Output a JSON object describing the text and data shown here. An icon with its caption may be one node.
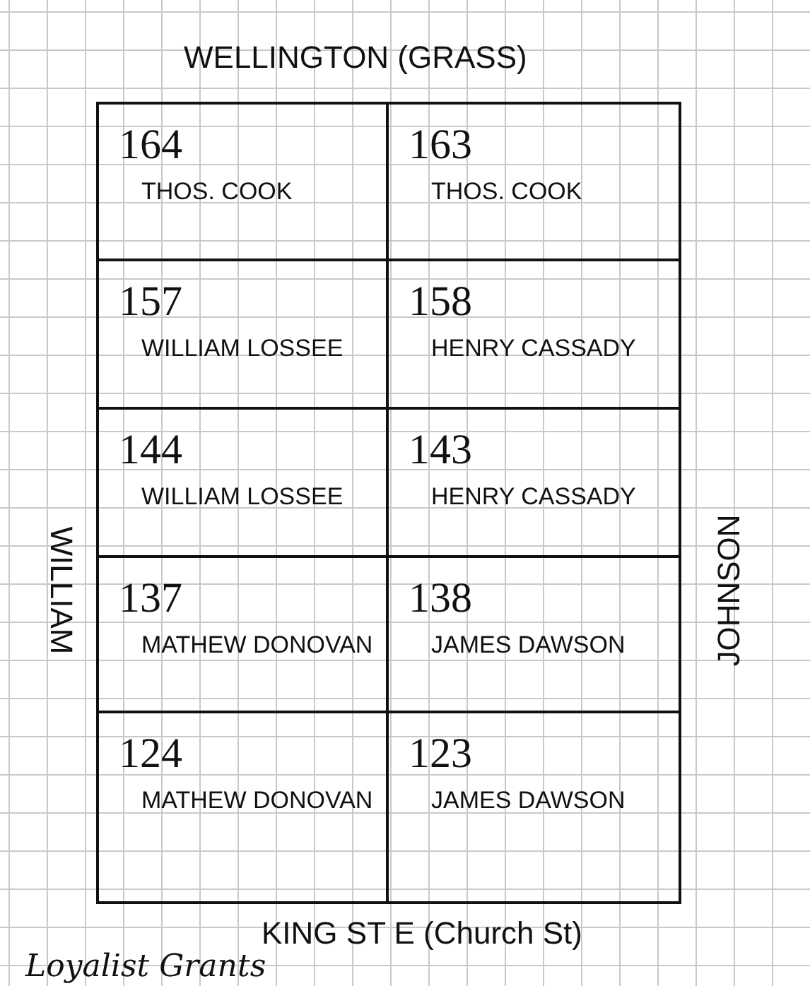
{
  "diagram": {
    "nodes": [
      {
        "text": [
          "164",
          "THOS. COOK"
        ]
      },
      {
        "text": [
          "163",
          "THOS. COOK"
        ]
      },
      {
        "text": [
          "157",
          "WILLIAM LOSSEE"
        ]
      },
      {
        "text": [
          "158",
          "HENRY CASSADY"
        ]
      },
      {
        "text": [
          "144",
          "WILLIAM LOSSEE"
        ]
      },
      {
        "text": [
          "143",
          "HENRY CASSADY"
        ]
      },
      {
        "text": [
          "137",
          "MATHEW DONOVAN"
        ]
      },
      {
        "text": [
          "138",
          "JAMES DAWSON"
        ]
      },
      {
        "text": [
          "124",
          "MATHEW DONOVAN"
        ]
      },
      {
        "text": [
          "123",
          "JAMES DAWSON"
        ]
      }
    ],
    "labels": [
      "WELLINGTON (GRASS)",
      "WILLIAM",
      "JOHNSON",
      "KING ST E (Church St)",
      "Loyalist Grants"
    ]
  }
}
